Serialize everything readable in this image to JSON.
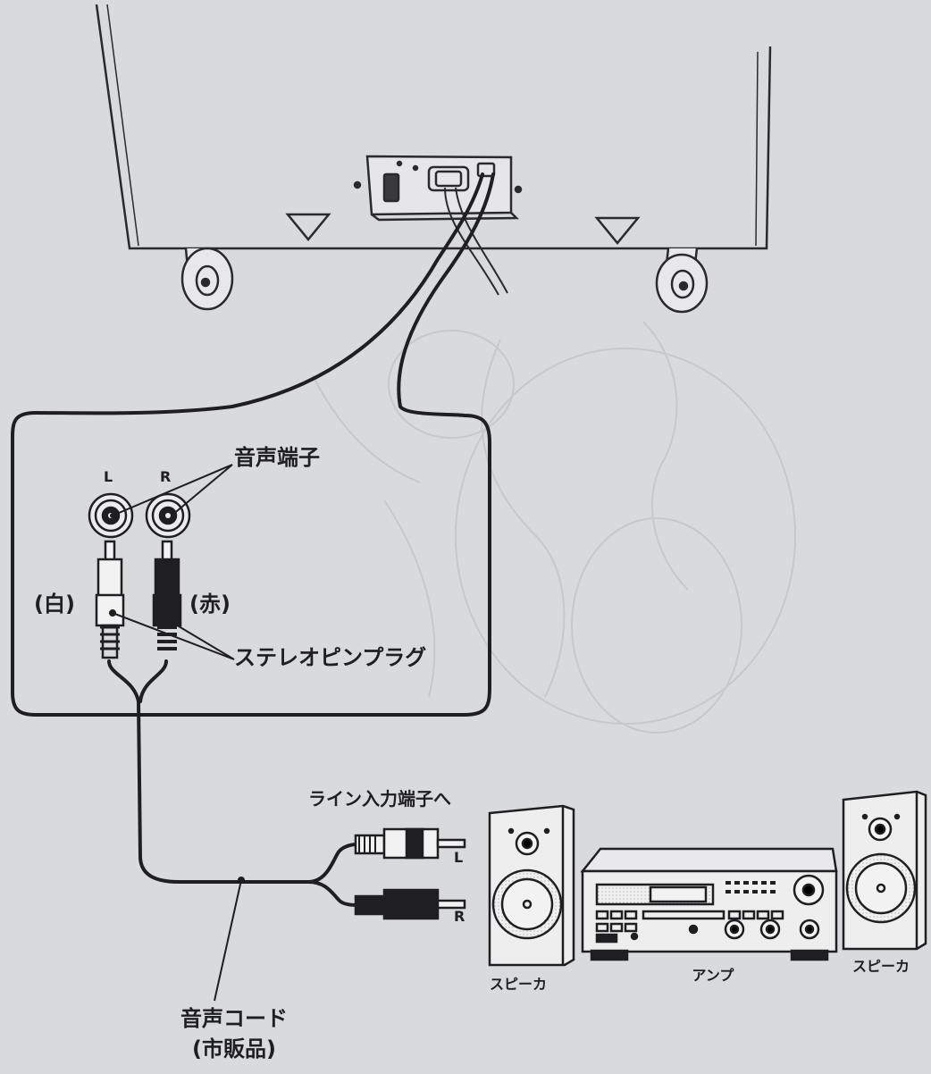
{
  "labels": {
    "audio_terminal": "音声端子",
    "jack_l": "L",
    "jack_r": "R",
    "white": "(白)",
    "red": "(赤)",
    "stereo_pin_plug": "ステレオピンプラグ",
    "line_input": "ライン入力端子へ",
    "plug_l": "L",
    "plug_r": "R",
    "speaker_left": "スピーカ",
    "amplifier": "アンプ",
    "speaker_right": "スピーカ",
    "audio_cord": "音声コード",
    "commercial": "(市販品)"
  },
  "colors": {
    "paper": "#d9dadc",
    "ink": "#1f1f22",
    "faint": "#c4c6cb"
  }
}
